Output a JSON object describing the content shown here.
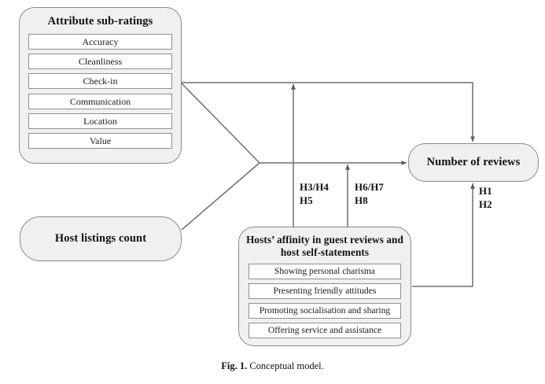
{
  "figure": {
    "caption_label": "Fig. 1.",
    "caption_text": "Conceptual model.",
    "colors": {
      "box_fill": "#f0f0f0",
      "box_border": "#8a8a8a",
      "item_fill": "#ffffff",
      "item_border": "#8f8f8f",
      "line": "#6e6e6e",
      "text": "#111111",
      "background": "#ffffff"
    }
  },
  "nodes": {
    "attributes": {
      "title": "Attribute sub-ratings",
      "items": [
        "Accuracy",
        "Cleanliness",
        "Check-in",
        "Communication",
        "Location",
        "Value"
      ]
    },
    "host_listings": {
      "title": "Host listings count"
    },
    "hosts_affinity": {
      "title": "Hosts’ affinity in guest reviews and host self-statements",
      "items": [
        "Showing personal charisma",
        "Presenting friendly attitudes",
        "Promoting socialisation and sharing",
        "Offering service and assistance"
      ]
    },
    "number_of_reviews": {
      "title": "Number of reviews"
    }
  },
  "hypotheses": {
    "mid_left": "H3/H4\nH5",
    "mid_right": "H6/H7\nH8",
    "right": "H1\nH2"
  }
}
